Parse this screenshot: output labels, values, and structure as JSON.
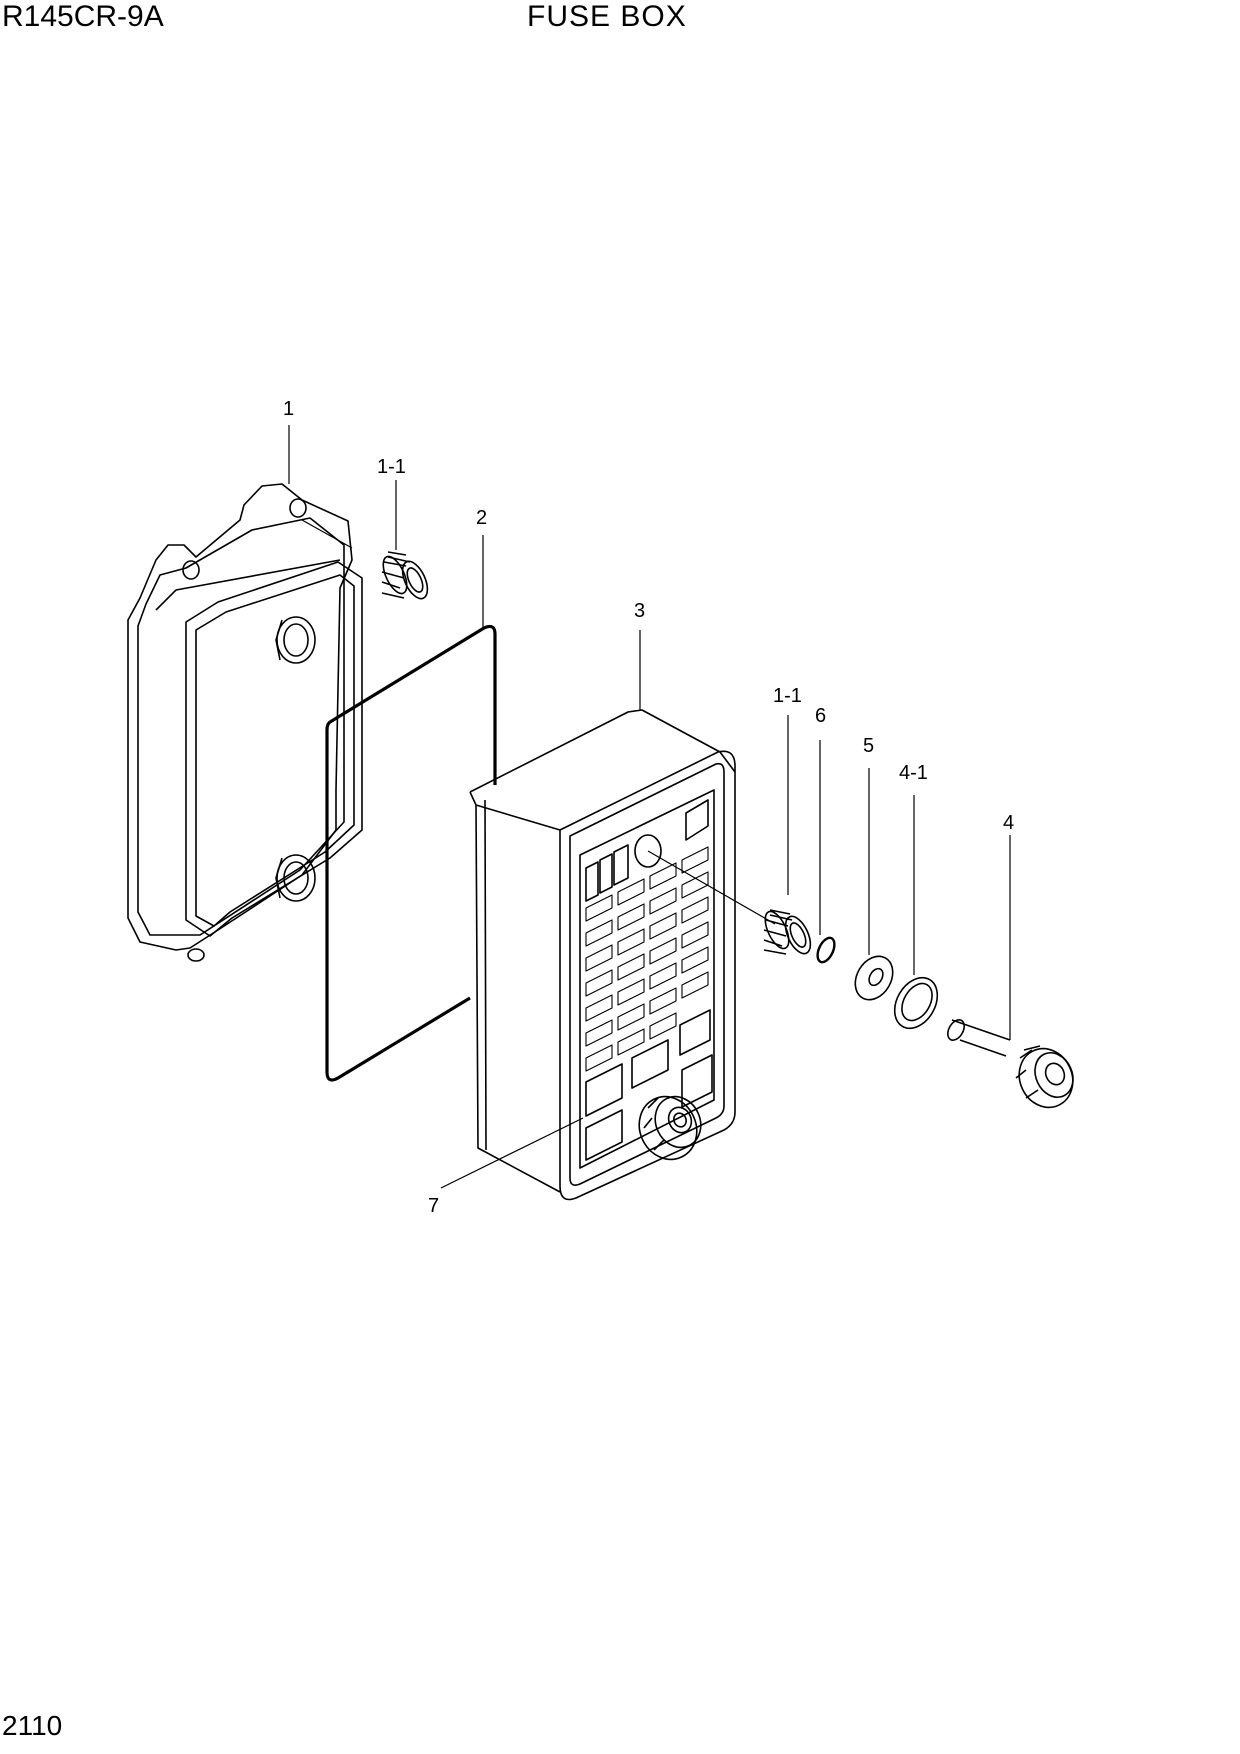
{
  "header": {
    "model": "R145CR-9A",
    "title": "FUSE BOX"
  },
  "footer": {
    "page_number": "2110"
  },
  "callouts": [
    "1",
    "1-1",
    "2",
    "3",
    "1-1",
    "6",
    "5",
    "4-1",
    "4",
    "7"
  ]
}
